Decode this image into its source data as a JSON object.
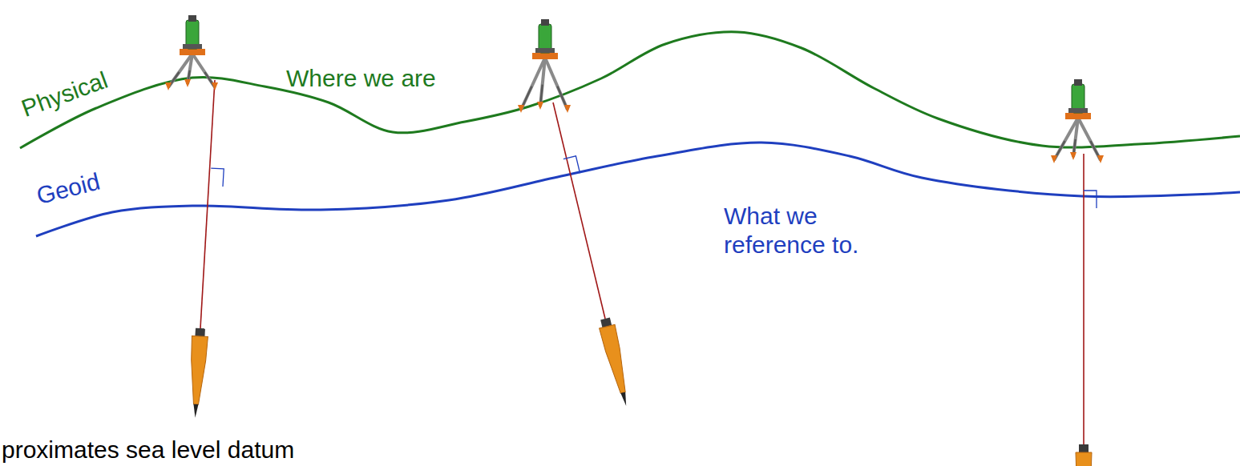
{
  "diagram": {
    "labels": [
      "Physical",
      "Where we are",
      "Geoid",
      "What we reference to.",
      "proximates sea level datum"
    ]
  }
}
